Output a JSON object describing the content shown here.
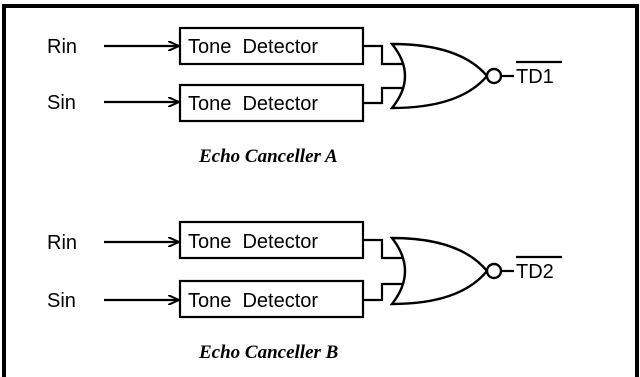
{
  "cancellers": [
    {
      "caption": "Echo Canceller A",
      "inputs": [
        {
          "label": "Rin",
          "detector": "Tone  Detector"
        },
        {
          "label": "Sin",
          "detector": "Tone  Detector"
        }
      ],
      "output": "TD1"
    },
    {
      "caption": "Echo Canceller B",
      "inputs": [
        {
          "label": "Rin",
          "detector": "Tone  Detector"
        },
        {
          "label": "Sin",
          "detector": "Tone  Detector"
        }
      ],
      "output": "TD2"
    }
  ]
}
